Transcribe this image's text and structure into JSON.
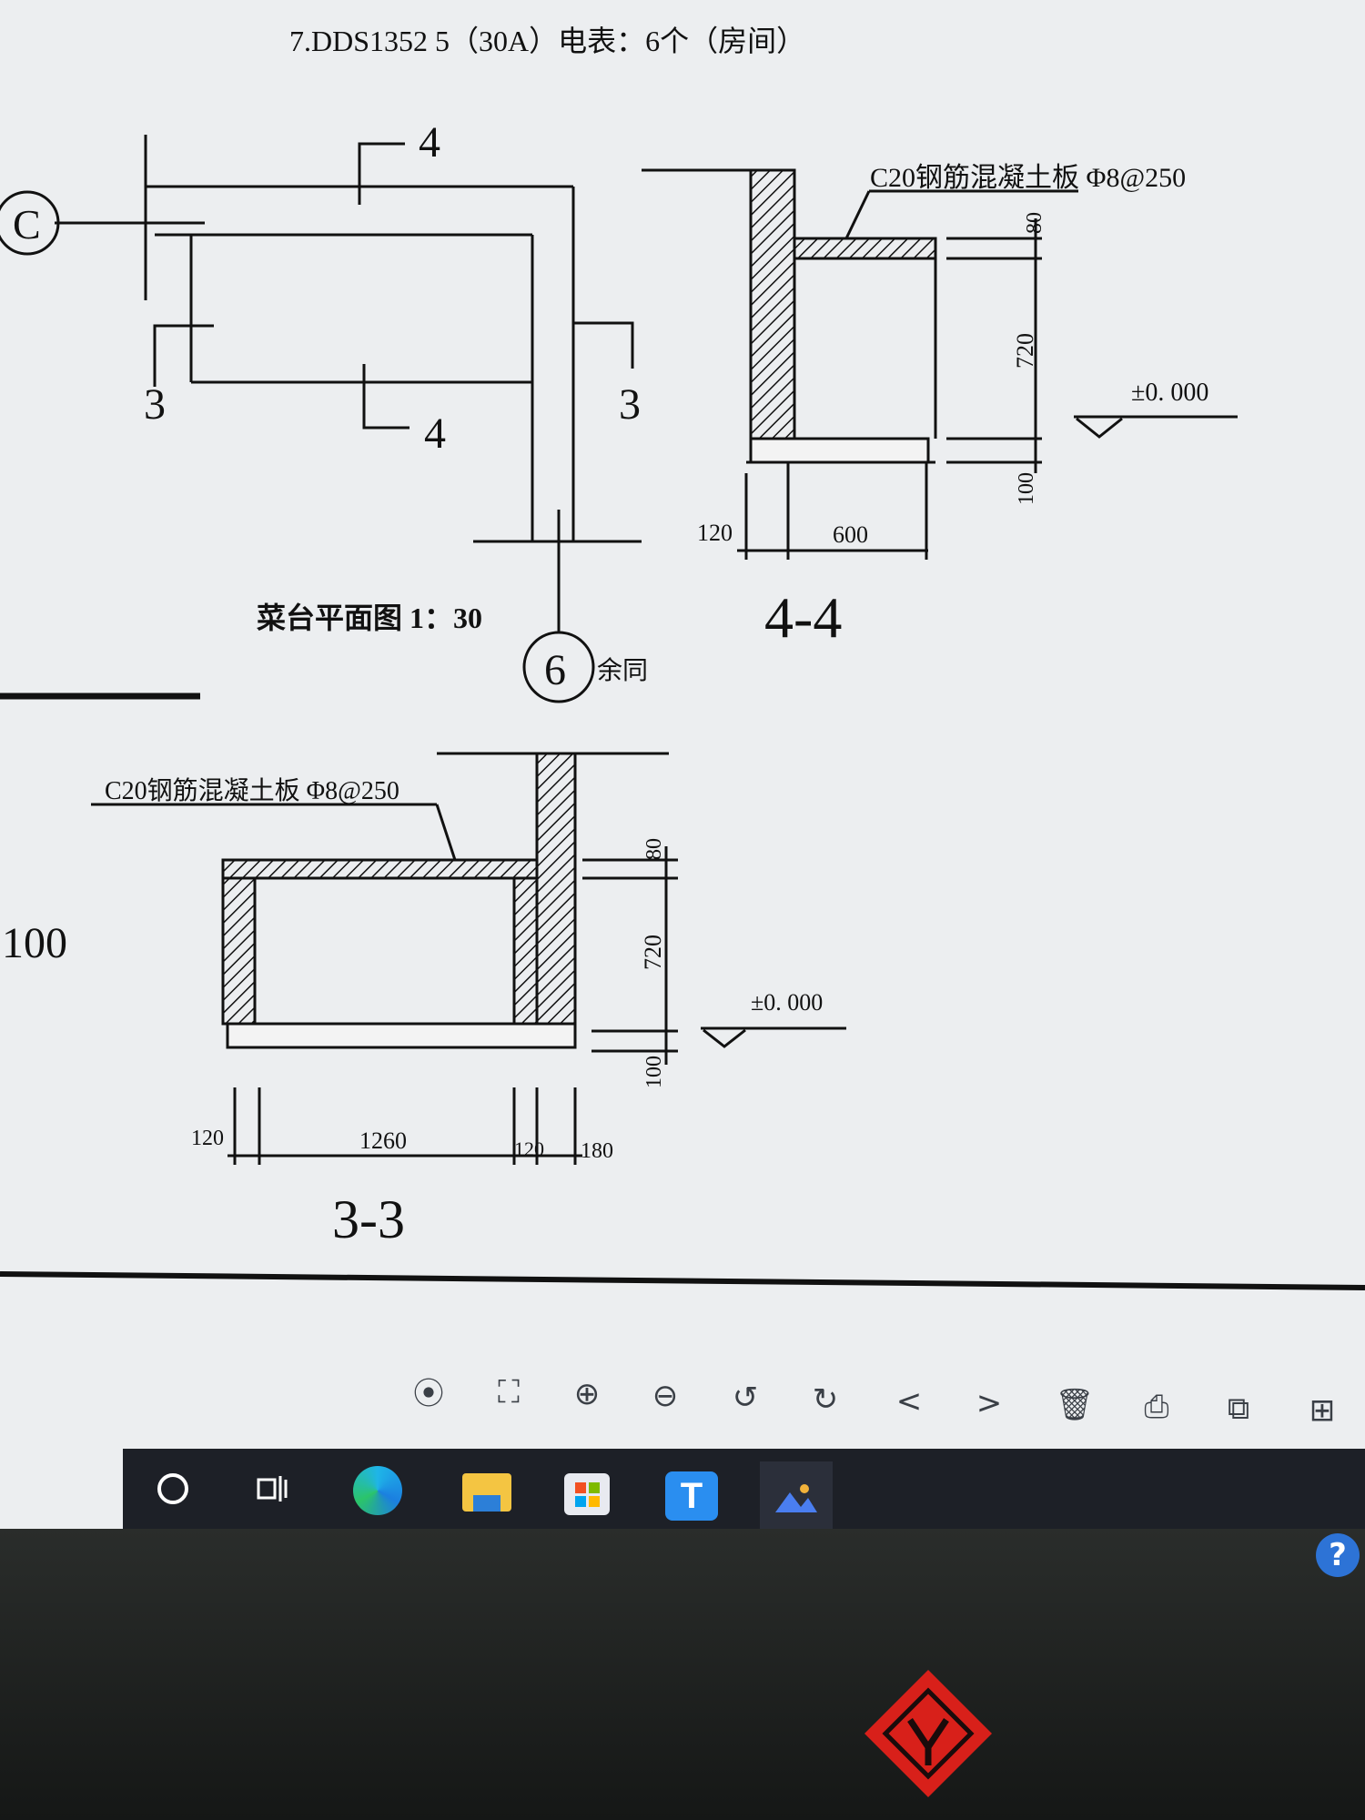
{
  "header": {
    "title": "7.DDS1352 5（30A）电表：6个（房间）"
  },
  "plan": {
    "title": "菜台平面图 1：30",
    "axis_c": "C",
    "axis_6": "6",
    "axis_6_note": "余同",
    "section_marks": [
      "3",
      "3",
      "4",
      "4"
    ]
  },
  "section_44": {
    "title": "4-4",
    "slab_note": "C20钢筋混凝土板 Φ8@250",
    "dims": {
      "top": "80",
      "height": "720",
      "base": "100",
      "wall": "120",
      "width": "600"
    },
    "level": "±0. 000"
  },
  "section_33": {
    "title": "3-3",
    "slab_note": "C20钢筋混凝土板 Φ8@250",
    "dims": {
      "top": "80",
      "height": "720",
      "base": "100",
      "left_wall": "120",
      "width": "1260",
      "mid_wall": "120",
      "right_wall": "180"
    },
    "level": "±0. 000"
  },
  "side_text": "100",
  "toolbar": {
    "icons": [
      "rotate-info-icon",
      "fit-screen-icon",
      "zoom-in-icon",
      "zoom-out-icon",
      "rotate-left-icon",
      "rotate-right-icon",
      "previous-icon",
      "next-icon",
      "delete-icon",
      "print-icon",
      "copy-icon",
      "export-icon"
    ]
  },
  "taskbar": {
    "apps": [
      "start-button",
      "task-view",
      "edge",
      "file-explorer",
      "store",
      "text-app",
      "photos"
    ]
  },
  "help_label": "?"
}
